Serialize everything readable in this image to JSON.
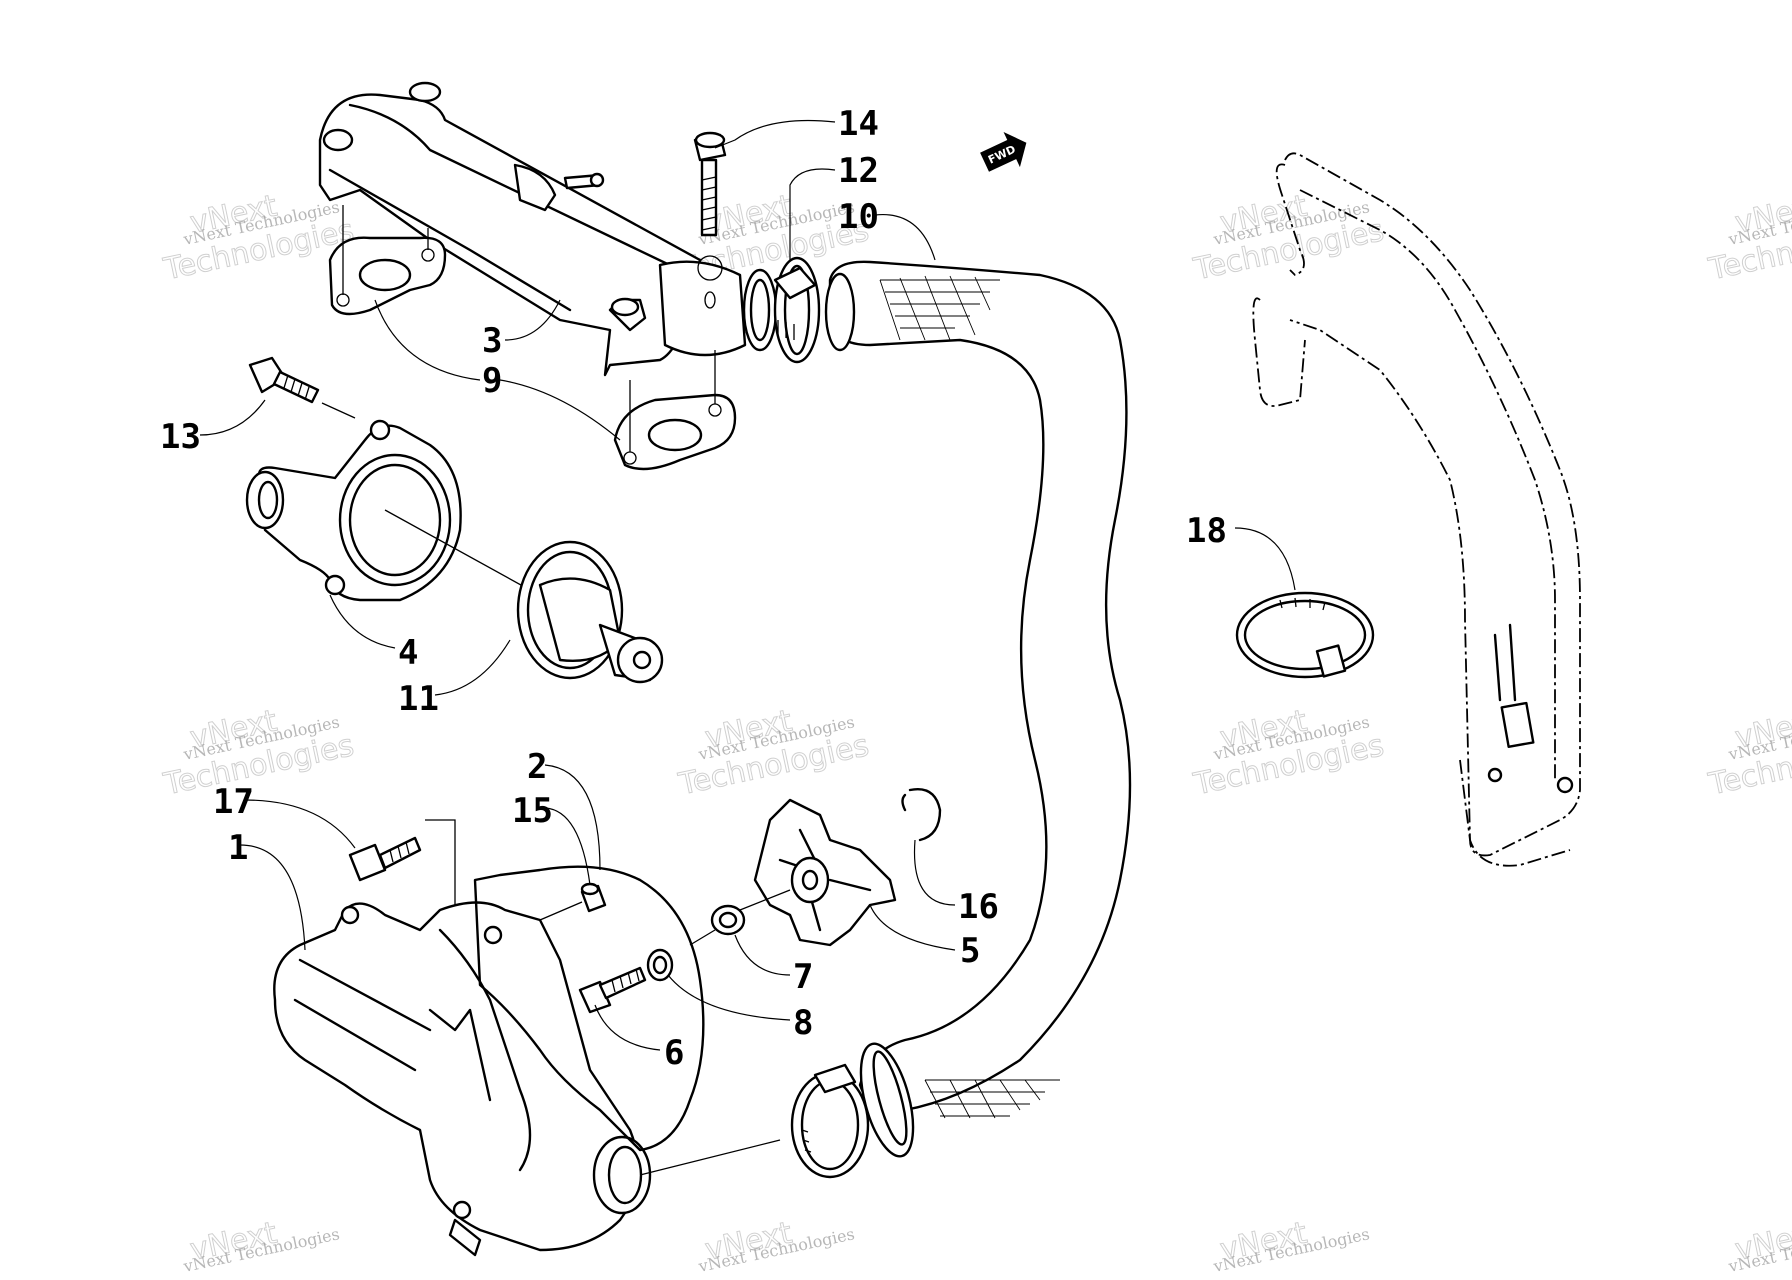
{
  "diagram": {
    "callouts": [
      "1",
      "2",
      "3",
      "4",
      "5",
      "6",
      "7",
      "8",
      "9",
      "10",
      "11",
      "12",
      "13",
      "14",
      "15",
      "16",
      "17",
      "18"
    ],
    "direction_label": "FWD",
    "watermark": {
      "line1": "vNext",
      "line2": "vNext Technologies",
      "line3": "Technologies"
    }
  }
}
